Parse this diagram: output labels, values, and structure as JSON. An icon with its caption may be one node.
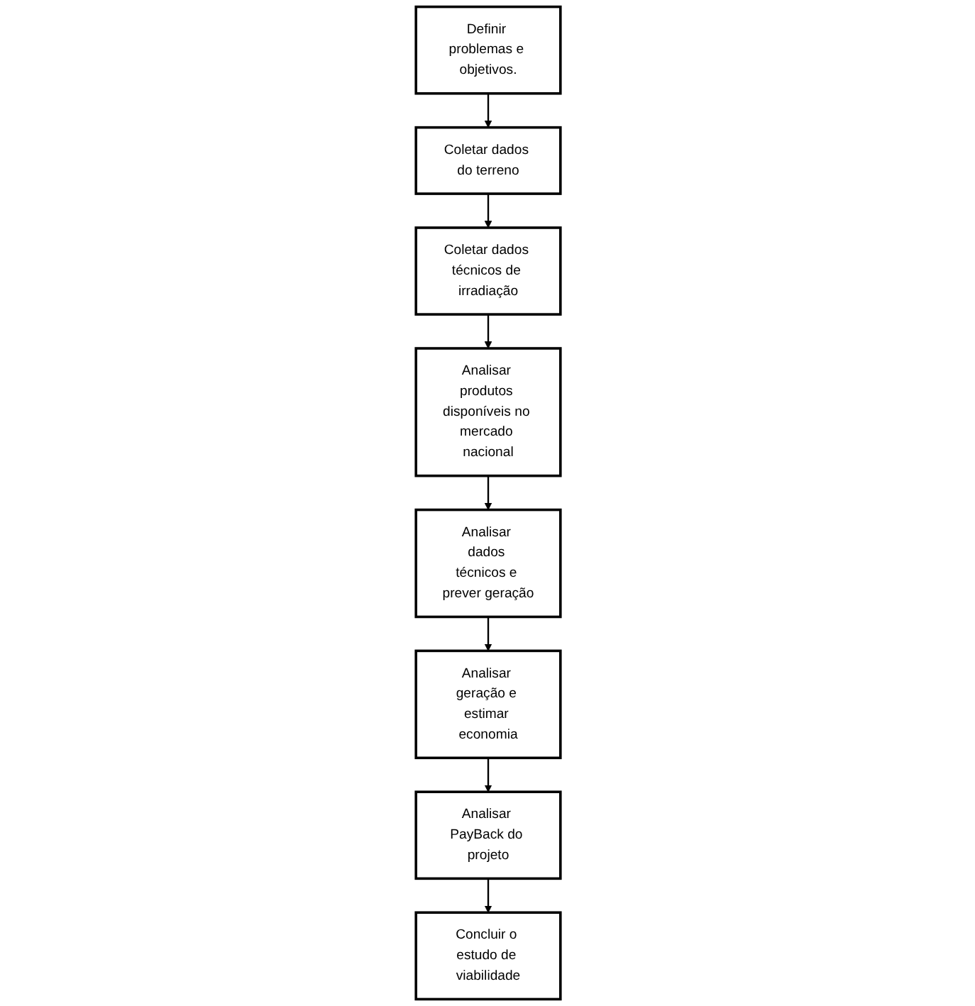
{
  "diagram": {
    "nodes": [
      {
        "text": [
          "Definir problemas e objetivos."
        ]
      },
      {
        "text": [
          "Coletar dados do terreno"
        ]
      },
      {
        "text": [
          "Coletar dados técnicos de irradiação"
        ]
      },
      {
        "text": [
          "Analisar produtos disponíveis no mercado nacional"
        ]
      },
      {
        "text": [
          "Analisar dados técnicos e prever geração"
        ]
      },
      {
        "text": [
          "Analisar geração e estimar economia"
        ]
      },
      {
        "text": [
          "Analisar PayBack do projeto"
        ]
      },
      {
        "text": [
          "Concluir o estudo de viabilidade"
        ]
      }
    ],
    "edges": [
      {
        "from": 0,
        "to": 1,
        "arrow": "to"
      },
      {
        "from": 1,
        "to": 2,
        "arrow": "to"
      },
      {
        "from": 2,
        "to": 3,
        "arrow": "to"
      },
      {
        "from": 3,
        "to": 4,
        "arrow": "to"
      },
      {
        "from": 4,
        "to": 5,
        "arrow": "to"
      },
      {
        "from": 5,
        "to": 6,
        "arrow": "to"
      },
      {
        "from": 6,
        "to": 7,
        "arrow": "to"
      }
    ]
  }
}
